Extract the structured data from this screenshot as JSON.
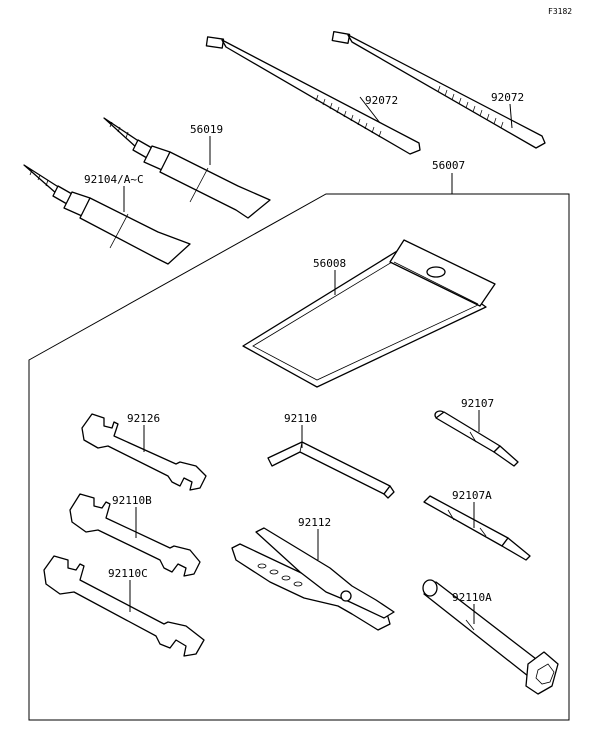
{
  "figure_code": "F3182",
  "parts": {
    "strap_left": "92072",
    "strap_right": "92072",
    "grease_tube_upper": "56019",
    "grease_tube_lower": "92104/A~C",
    "tool_kit": "56007",
    "tool_bag": "56008",
    "wrench_top": "92126",
    "hex_wrench": "92110",
    "screwdriver_handle": "92107",
    "wrench_middle": "92110B",
    "screwdriver_bit": "92107A",
    "pliers": "92112",
    "wrench_bottom": "92110C",
    "socket_wrench": "92110A"
  }
}
